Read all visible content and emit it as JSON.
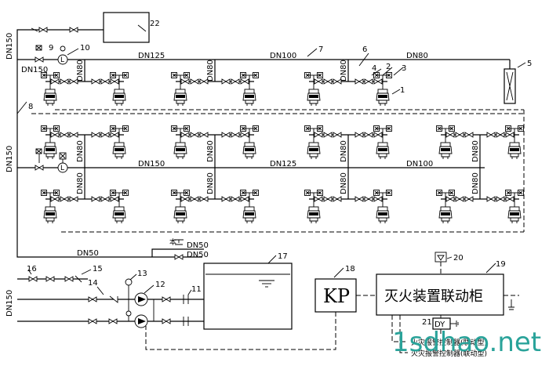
{
  "pipe_sizes": {
    "vertical_top": "DN150",
    "vertical_mid": "DN150",
    "vertical_bottom": "DN150",
    "branch_left": "DN150",
    "top_main_1": "DN125",
    "top_main_2": "DN100",
    "top_main_3": "DN80",
    "mid_main_1": "DN150",
    "mid_main_2": "DN125",
    "mid_main_3": "DN100",
    "riser": "DN80",
    "return_line": "DN50",
    "overflow_1": "DN50",
    "overflow_2": "DN50"
  },
  "callouts": [
    "1",
    "2",
    "3",
    "4",
    "5",
    "6",
    "7",
    "8",
    "9",
    "10",
    "11",
    "12",
    "13",
    "14",
    "15",
    "16",
    "17",
    "18",
    "19",
    "20",
    "21",
    "22"
  ],
  "kp_label": "KP",
  "cabinet_label": "灭火装置联动柜",
  "dy_label": "DY",
  "bottom_note_1": "火灾报警控制器(联动型)",
  "bottom_note_2": "火灾报警控制器(联动型)",
  "watermark": "1sdhao.net"
}
